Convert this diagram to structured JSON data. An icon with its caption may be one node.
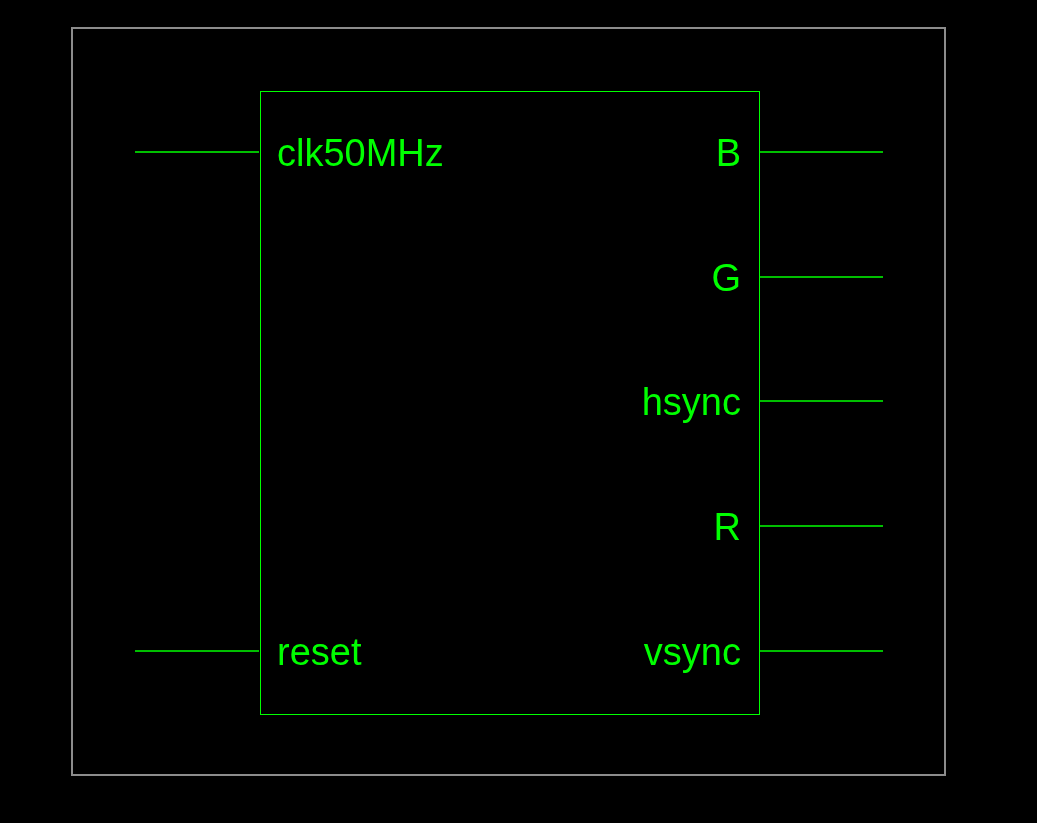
{
  "diagram": {
    "nodes": [
      {
        "text": [],
        "shape": "box"
      },
      {
        "text": [
          "clk50MHz",
          "B",
          "G",
          "hsync",
          "R",
          "reset",
          "vsync"
        ],
        "in": 0
      }
    ],
    "edges": [
      {
        "from": null,
        "to": 1,
        "arrow": "none"
      },
      {
        "from": 1,
        "to": null,
        "arrow": "none"
      },
      {
        "from": 1,
        "to": null,
        "arrow": "none"
      },
      {
        "from": 1,
        "to": null,
        "arrow": "none"
      },
      {
        "from": 1,
        "to": null,
        "arrow": "none"
      },
      {
        "from": null,
        "to": 1,
        "arrow": "none"
      },
      {
        "from": 1,
        "to": null,
        "arrow": "none"
      }
    ]
  }
}
